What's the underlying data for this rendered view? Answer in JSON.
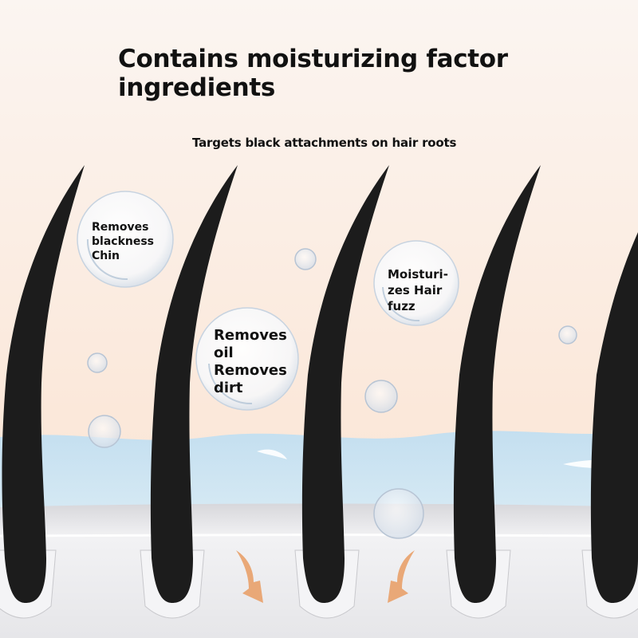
{
  "title_lines": [
    "Contains moisturizing factor",
    "ingredients"
  ],
  "subtitle": "Targets black attachments on hair roots",
  "bubbles": [
    {
      "lines": [
        "Removes",
        "blackness",
        "Chin"
      ]
    },
    {
      "lines": [
        "Removes",
        "oil",
        "Removes",
        "dirt"
      ]
    },
    {
      "lines": [
        "Moisturi-",
        "zes Hair",
        "fuzz"
      ]
    }
  ],
  "colors": {
    "background_top": "#fbf3ee",
    "background_bottom": "#fbe6d6",
    "water": "#c9e2f0",
    "skin": "#e9e9ec",
    "hair": "#1c1c1c",
    "arrow": "#e9a877"
  },
  "icons": [
    "hair-strand-icon",
    "water-bubble-icon",
    "down-arrow-icon"
  ]
}
